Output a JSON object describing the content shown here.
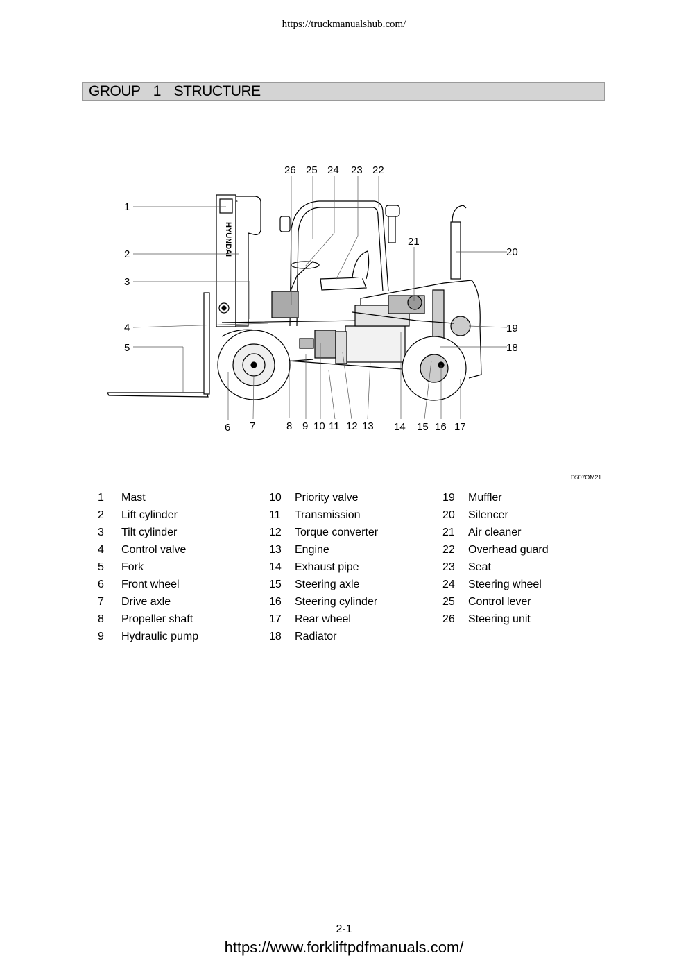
{
  "header": {
    "url": "https://truckmanualshub.com/"
  },
  "section": {
    "title": "GROUP  1  STRUCTURE"
  },
  "figure": {
    "brand_text": "HYUNDAI",
    "code": "D507OM21",
    "callouts": [
      "1",
      "2",
      "3",
      "4",
      "5",
      "6",
      "7",
      "8",
      "9",
      "10",
      "11",
      "12",
      "13",
      "14",
      "15",
      "16",
      "17",
      "18",
      "19",
      "20",
      "21",
      "22",
      "23",
      "24",
      "25",
      "26"
    ]
  },
  "legend": {
    "columns": [
      [
        {
          "num": "1",
          "name": "Mast"
        },
        {
          "num": "2",
          "name": "Lift cylinder"
        },
        {
          "num": "3",
          "name": "Tilt cylinder"
        },
        {
          "num": "4",
          "name": "Control valve"
        },
        {
          "num": "5",
          "name": "Fork"
        },
        {
          "num": "6",
          "name": "Front wheel"
        },
        {
          "num": "7",
          "name": "Drive axle"
        },
        {
          "num": "8",
          "name": "Propeller shaft"
        },
        {
          "num": "9",
          "name": "Hydraulic pump"
        }
      ],
      [
        {
          "num": "10",
          "name": "Priority valve"
        },
        {
          "num": "11",
          "name": "Transmission"
        },
        {
          "num": "12",
          "name": "Torque converter"
        },
        {
          "num": "13",
          "name": "Engine"
        },
        {
          "num": "14",
          "name": "Exhaust pipe"
        },
        {
          "num": "15",
          "name": "Steering axle"
        },
        {
          "num": "16",
          "name": "Steering cylinder"
        },
        {
          "num": "17",
          "name": "Rear wheel"
        },
        {
          "num": "18",
          "name": "Radiator"
        }
      ],
      [
        {
          "num": "19",
          "name": "Muffler"
        },
        {
          "num": "20",
          "name": "Silencer"
        },
        {
          "num": "21",
          "name": "Air cleaner"
        },
        {
          "num": "22",
          "name": "Overhead guard"
        },
        {
          "num": "23",
          "name": "Seat"
        },
        {
          "num": "24",
          "name": "Steering wheel"
        },
        {
          "num": "25",
          "name": "Control lever"
        },
        {
          "num": "26",
          "name": "Steering unit"
        }
      ]
    ]
  },
  "footer": {
    "page_number": "2-1",
    "url": "https://www.forkliftpdfmanuals.com/"
  }
}
